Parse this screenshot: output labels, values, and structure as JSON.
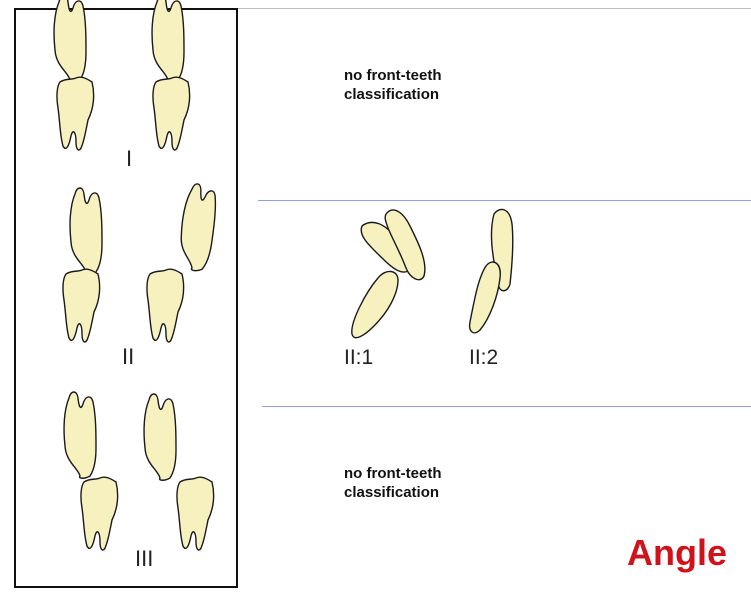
{
  "classes": [
    {
      "label": "I",
      "note_line1": "no front-teeth",
      "note_line2": "classification"
    },
    {
      "label": "II",
      "subdivisions": [
        "II:1",
        "II:2"
      ]
    },
    {
      "label": "III",
      "note_line1": "no front-teeth",
      "note_line2": "classification"
    }
  ],
  "title": "Angle",
  "colors": {
    "tooth_fill": "#f7f0bf",
    "outline": "#1a1a1a",
    "divider": "#8ea2d4",
    "title": "#d0121b"
  }
}
